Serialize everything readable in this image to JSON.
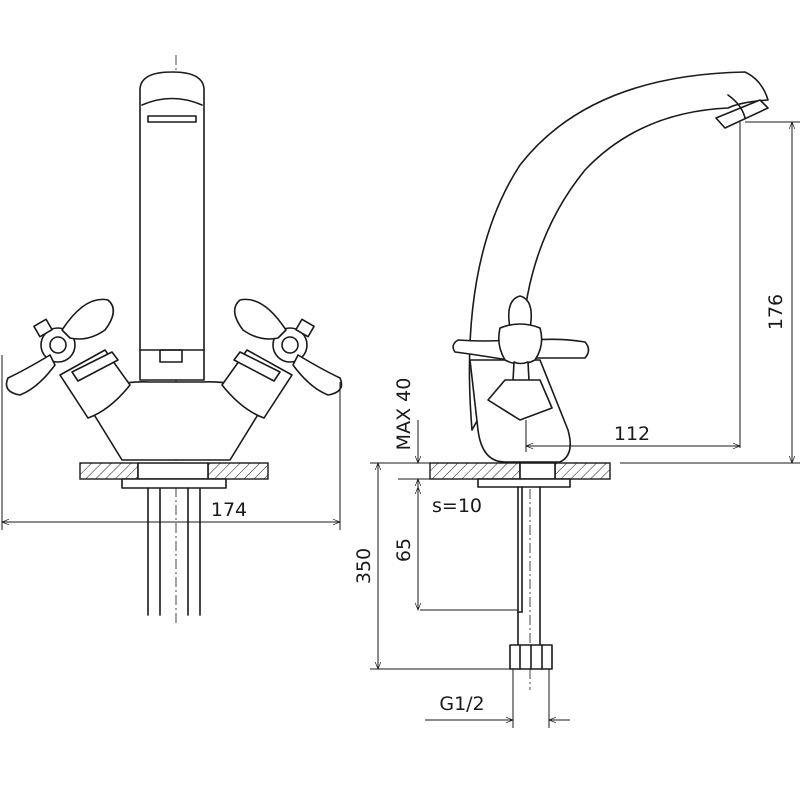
{
  "dimensions": {
    "front_width": "174",
    "side_height": "176",
    "spout_reach": "112",
    "max_thickness": "MAX 40",
    "total_length": "350",
    "thread_length": "65",
    "wall": "s=10",
    "thread": "G1/2"
  }
}
